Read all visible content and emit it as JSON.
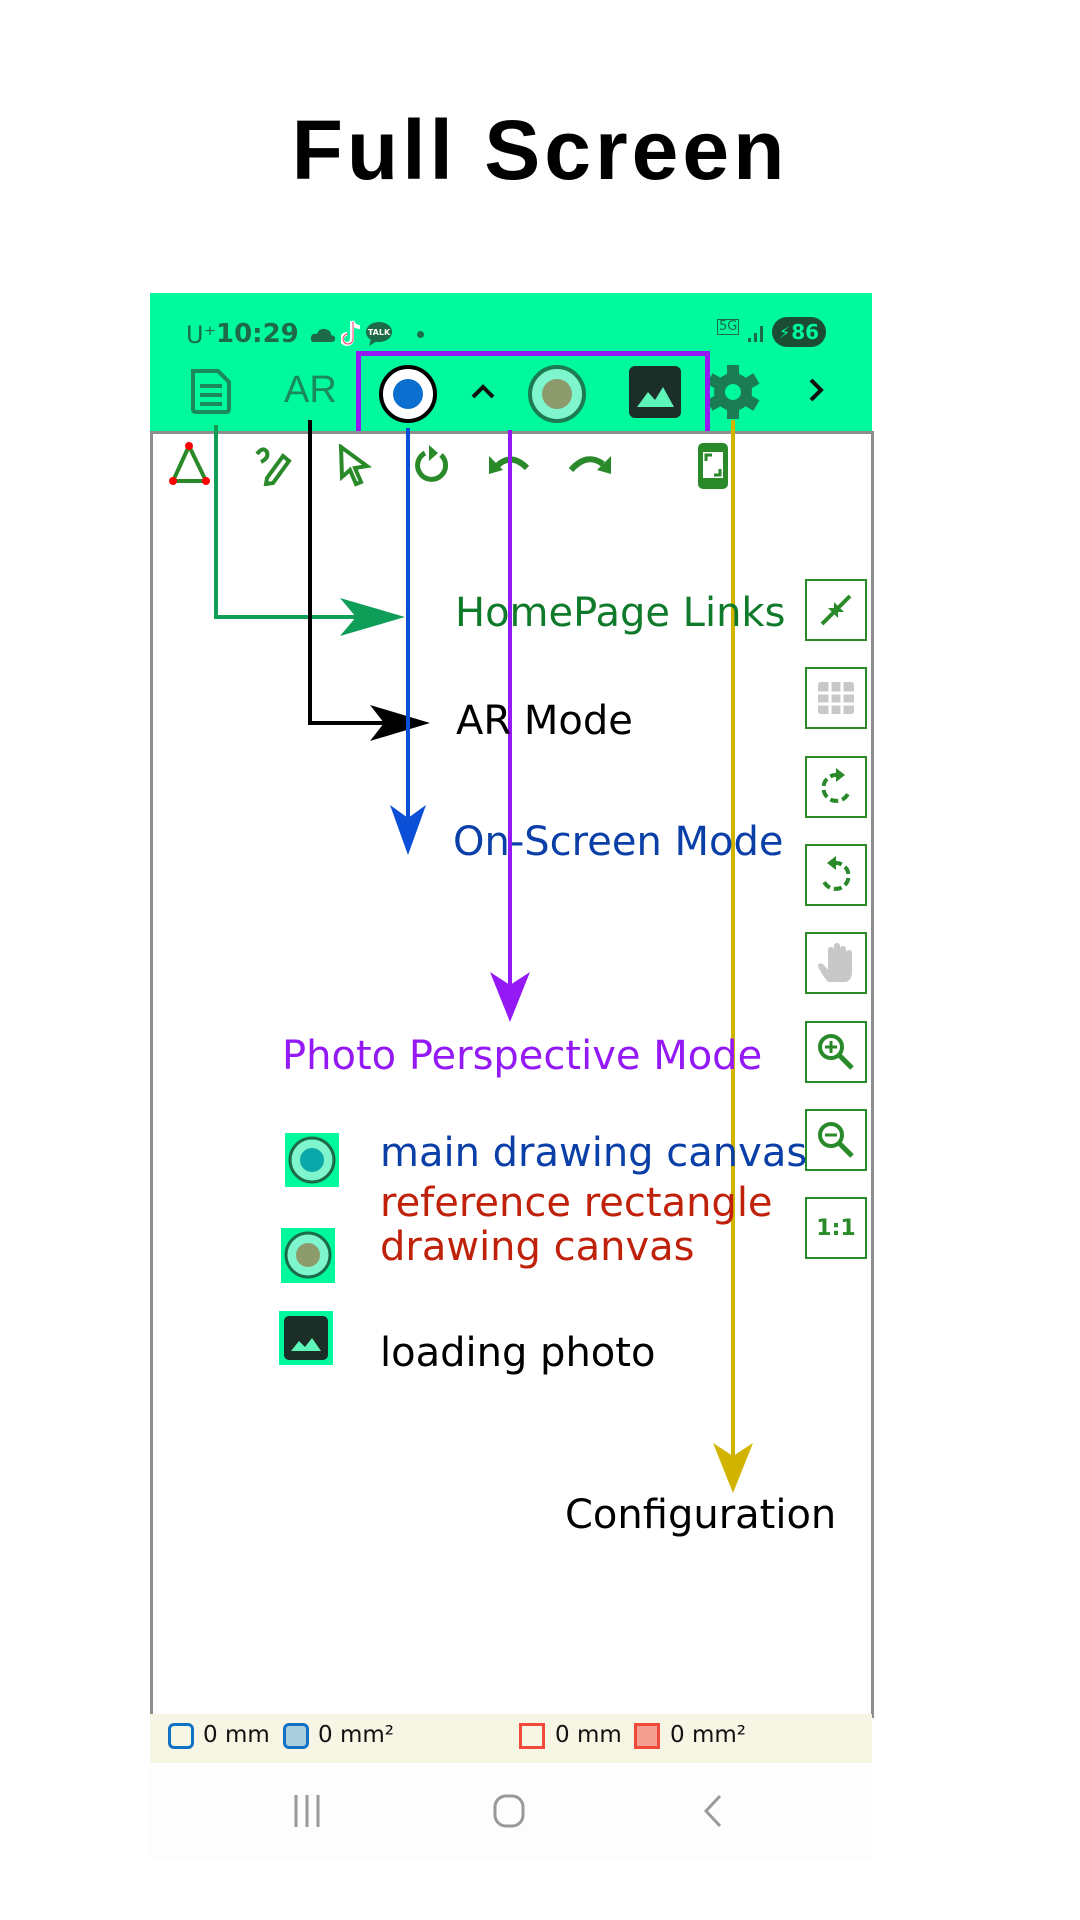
{
  "page_title": "Full Screen",
  "status_bar": {
    "carrier": "U⁺",
    "time": "10:29",
    "icons": [
      "cloud-icon",
      "tiktok-icon",
      "kakaotalk-icon",
      "dot-icon"
    ],
    "talk_label": "TALK",
    "network": "5G",
    "battery": "86"
  },
  "app_bar": {
    "ar_label": "AR",
    "items": [
      "document-icon",
      "ar-button",
      "main-canvas-radio",
      "caret-up-icon",
      "reference-canvas-radio",
      "photo-icon",
      "gear-icon",
      "chevron-right-icon"
    ]
  },
  "toolbar": {
    "items": [
      "triangle-tool-icon",
      "pencil-icon",
      "pointer-icon",
      "refresh-icon",
      "undo-icon",
      "redo-icon",
      "phone-fullscreen-icon"
    ]
  },
  "side_buttons": [
    {
      "name": "collapse-button",
      "icon": "collapse-icon"
    },
    {
      "name": "grid-button",
      "icon": "grid-icon"
    },
    {
      "name": "rotate-cw-button",
      "icon": "rotate-cw-icon"
    },
    {
      "name": "rotate-ccw-button",
      "icon": "rotate-ccw-icon"
    },
    {
      "name": "pan-button",
      "icon": "hand-icon"
    },
    {
      "name": "zoom-in-button",
      "icon": "zoom-in-icon"
    },
    {
      "name": "zoom-out-button",
      "icon": "zoom-out-icon"
    },
    {
      "name": "actual-size-button",
      "label": "1:1"
    }
  ],
  "annotations": {
    "homepage_links": "HomePage Links",
    "ar_mode": "AR Mode",
    "on_screen_mode": "On-Screen Mode",
    "photo_perspective_mode": "Photo Perspective Mode",
    "configuration": "Configuration",
    "colors": {
      "homepage": "#0f9e58",
      "ar": "#000000",
      "on_screen": "#0a4fd6",
      "photo": "#9419f5",
      "config": "#d2b400"
    }
  },
  "legend": [
    {
      "icon": "main-canvas-radio-icon",
      "text": "main drawing canvas",
      "color": "#0a3fa8"
    },
    {
      "icon": "reference-canvas-radio-icon",
      "text_line1": "reference rectangle",
      "text_line2": "drawing canvas",
      "color": "#c0210a"
    },
    {
      "icon": "photo-icon",
      "text": "loading photo",
      "color": "#000000"
    }
  ],
  "measurements": {
    "blue_length": "0 mm",
    "blue_area": "0 mm²",
    "red_length": "0 mm",
    "red_area": "0 mm²"
  },
  "nav_bar": [
    "recents-icon",
    "home-icon",
    "back-icon"
  ],
  "colors": {
    "header_bg": "#00f99c",
    "tool_green": "#2a8a2a"
  }
}
